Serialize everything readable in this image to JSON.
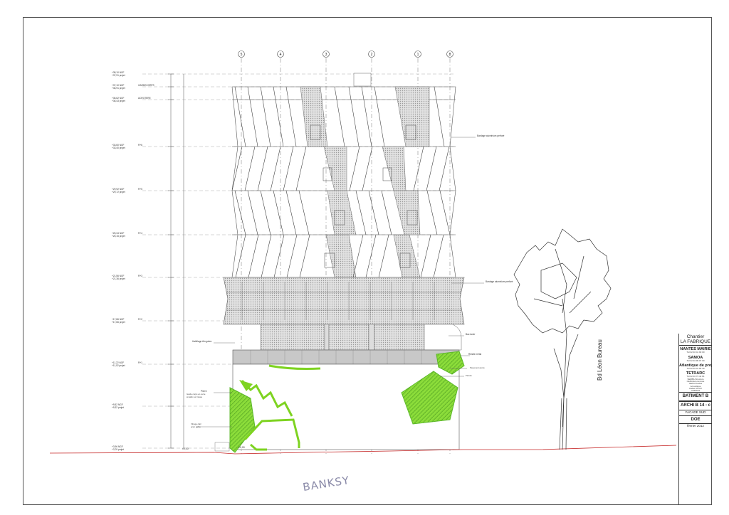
{
  "grid_labels": [
    "5",
    "4",
    "3",
    "2",
    "1",
    "8"
  ],
  "level_labels": [
    "R+1",
    "R+2",
    "R+3",
    "R+4",
    "R+5",
    "R+6",
    "ACROTERE",
    "GARDECORPS"
  ],
  "annotations": {
    "right_top": "Bardage aluminium perforé",
    "right_mid": "Bardage aluminium perforé",
    "left_soffit": "Habillage Alu galva",
    "right_soffit": "Bac Acier",
    "right_grille": "Résille métal",
    "left_small": "Pierre"
  },
  "street_label": "Bd Léon Bureau",
  "signature": "BANKSY",
  "cartouche": {
    "chantier": "Chantier",
    "project": "LA FABRIQUE",
    "org1": "NANTES MAIRIE",
    "org2": "SAMOA",
    "org3": "Atlantique de projets",
    "org4": "TETRARC",
    "building": "BATIMENT B",
    "ref": "ARCHI B 14 - c",
    "view": "FACADE SUD",
    "phase": "DOE",
    "date": "février 2012"
  },
  "colors": {
    "highlight": "#7ed321",
    "ground": "#c62828",
    "line": "#555555",
    "perforated": "#bdbdbd"
  }
}
